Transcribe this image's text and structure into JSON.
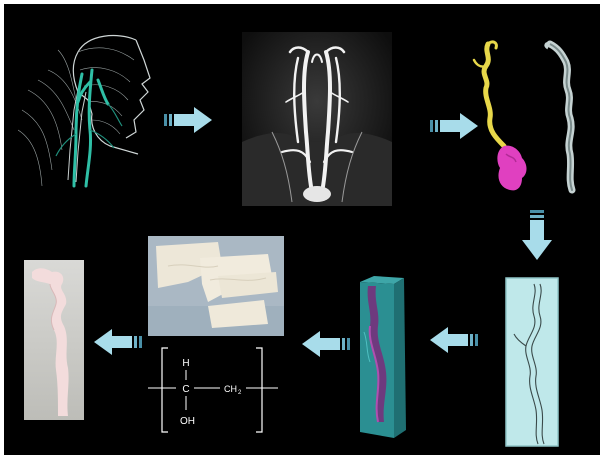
{
  "formula": {
    "h": "H",
    "c": "C",
    "ch2": "CH",
    "ch2_sub": "2",
    "oh": "OH"
  },
  "colors": {
    "background": "#000000",
    "arrow_fill": "#a8dcea",
    "arrow_dark": "#4a90a8",
    "artery_yellow": "#e8d84a",
    "aneurysm_magenta": "#e040c0",
    "cast_pink": "#f3dcdc",
    "phantom_cyan": "#bfe8ea"
  }
}
